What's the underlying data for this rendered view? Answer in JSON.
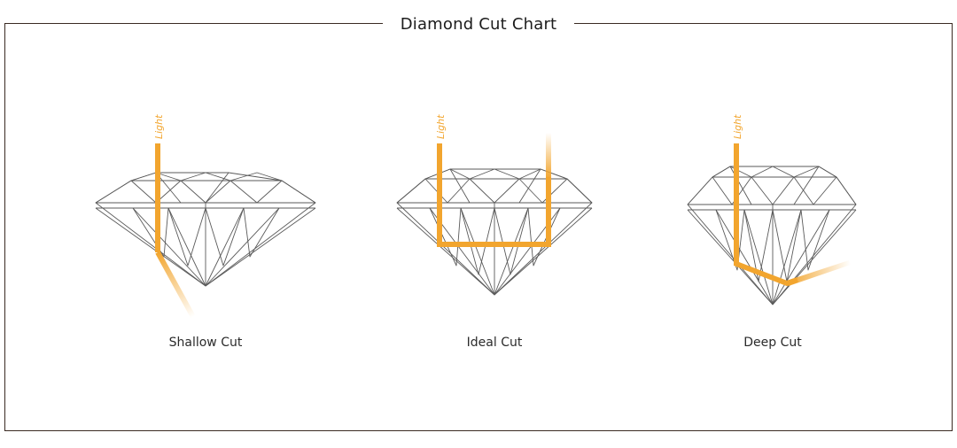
{
  "title": "Diamond Cut Chart",
  "colors": {
    "border": "#3a2a22",
    "light_ray": "#f2a52e",
    "facet_lines": "#5a5a5a",
    "text": "#1c1c1c"
  },
  "diagrams": [
    {
      "id": "shallow",
      "label": "Shallow Cut",
      "light_label": "Light"
    },
    {
      "id": "ideal",
      "label": "Ideal Cut",
      "light_label": "Light"
    },
    {
      "id": "deep",
      "label": "Deep Cut",
      "light_label": "Light"
    }
  ]
}
